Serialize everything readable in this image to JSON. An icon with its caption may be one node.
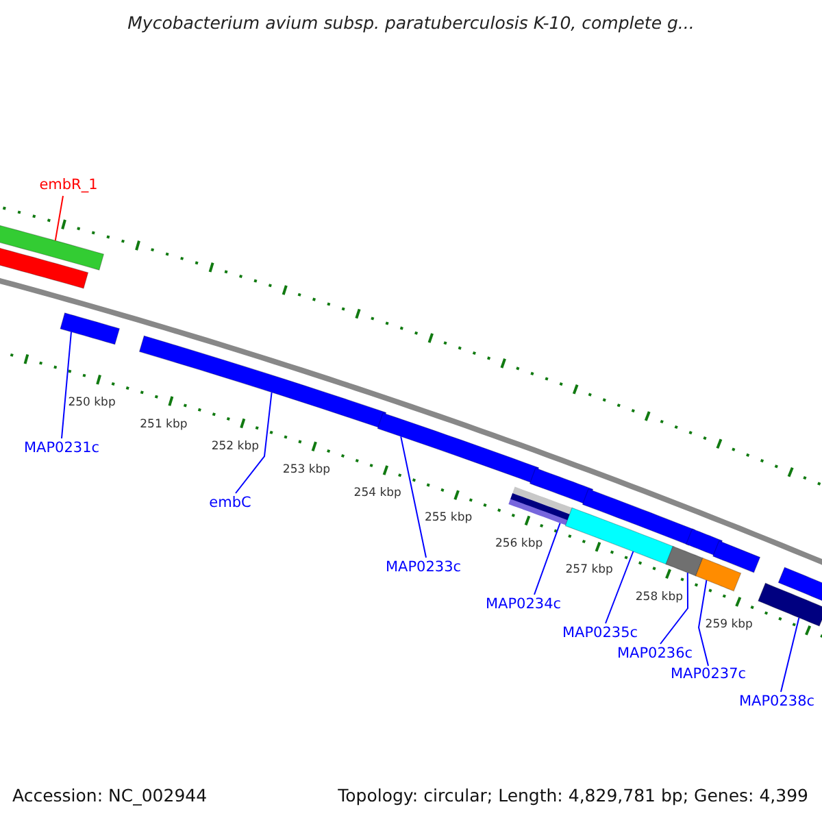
{
  "diagram": {
    "title": "Mycobacterium avium subsp. paratuberculosis K-10, complete g...",
    "nodes": [
      {
        "text": [
          "embR_1"
        ]
      },
      {
        "text": [
          "MAP0231c"
        ]
      },
      {
        "text": [
          "embC"
        ]
      },
      {
        "text": [
          "MAP0233c"
        ]
      },
      {
        "text": [
          "MAP0234c"
        ]
      },
      {
        "text": [
          "MAP0235c"
        ]
      },
      {
        "text": [
          "MAP0236c"
        ]
      },
      {
        "text": [
          "MAP0237c"
        ]
      },
      {
        "text": [
          "MAP0238c"
        ]
      },
      {
        "text": [],
        "shape": "bar"
      },
      {
        "text": [],
        "shape": "bar"
      },
      {
        "text": [],
        "shape": "bar"
      },
      {
        "text": [],
        "shape": "bar"
      },
      {
        "text": [],
        "shape": "bar"
      },
      {
        "text": [],
        "shape": "bar"
      },
      {
        "text": [],
        "shape": "bar"
      },
      {
        "text": [],
        "shape": "bar"
      },
      {
        "text": [],
        "shape": "bar"
      },
      {
        "text": [],
        "shape": "bar"
      },
      {
        "text": [],
        "shape": "bar"
      },
      {
        "text": [],
        "shape": "bar"
      },
      {
        "text": [],
        "shape": "bar"
      },
      {
        "text": [],
        "shape": "bar"
      },
      {
        "text": [],
        "shape": "bar"
      }
    ],
    "edges": [
      {
        "from": 0,
        "to": 9,
        "arrow": "none",
        "color": "#ff0000"
      },
      {
        "from": 1,
        "to": 11,
        "arrow": "none"
      },
      {
        "from": 2,
        "to": 12,
        "arrow": "none"
      },
      {
        "from": 3,
        "to": 13,
        "arrow": "none"
      },
      {
        "from": 4,
        "to": 14,
        "arrow": "none"
      },
      {
        "from": 5,
        "to": 16,
        "arrow": "none"
      },
      {
        "from": 6,
        "to": 18,
        "arrow": "none"
      },
      {
        "from": 7,
        "to": 20,
        "arrow": "none"
      },
      {
        "from": 8,
        "to": 22,
        "arrow": "none"
      }
    ],
    "labels": [
      "250 kbp",
      "251 kbp",
      "252 kbp",
      "253 kbp",
      "254 kbp",
      "255 kbp",
      "256 kbp",
      "257 kbp",
      "258 kbp",
      "259 kbp",
      "Accession: NC_002944",
      "Topology: circular; Length: 4,829,781 bp; Genes: 4,399"
    ]
  }
}
